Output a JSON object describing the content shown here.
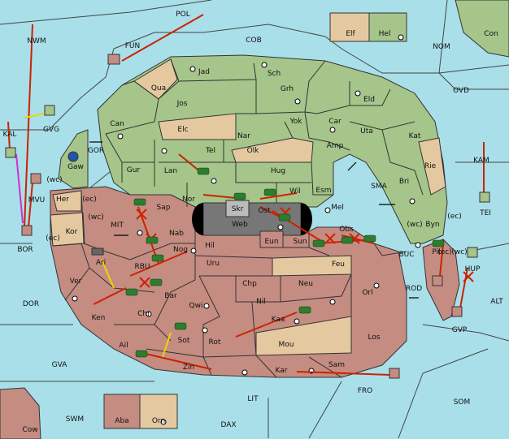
{
  "colors": {
    "sea": "#a9dfe9",
    "green_power": "#a5c58a",
    "tan_power": "#e4c9a0",
    "red_power": "#c58c82",
    "order_arrow": "#cc2200",
    "support_arrow": "#e8d800",
    "convoy_arrow": "#cc33cc",
    "army_icon": "#2e7d2e"
  },
  "sea_labels": [
    "POL",
    "NWM",
    "FUN",
    "COB",
    "NOM",
    "OVD",
    "KAM",
    "GVG",
    "KAL",
    "GOR",
    "SMA",
    "MIT",
    "BUC",
    "ROD",
    "RBU",
    "BOR",
    "DOR",
    "ALT",
    "GVA",
    "FRO",
    "SOM",
    "LIT",
    "SWM",
    "DAX",
    "TEI",
    "GVP",
    "HUP",
    "MVU"
  ],
  "land_labels": {
    "green": [
      "Jad",
      "Sch",
      "Qua",
      "Jos",
      "Grh",
      "Eld",
      "Can",
      "Elc",
      "Nar",
      "Yok",
      "Car",
      "Uta",
      "Kat",
      "Gaw",
      "Tel",
      "Olk",
      "Amp",
      "Gur",
      "Lan",
      "Hug",
      "Rie",
      "Bri",
      "Nor",
      "Esm",
      "Wil",
      "Mel",
      "Sap",
      "Skr",
      "Ost",
      "Byn"
    ],
    "red": [
      "Her",
      "Kor",
      "Nab",
      "Hil",
      "Sun",
      "Obs",
      "Ari",
      "Nog",
      "Uru",
      "Feu",
      "Ver",
      "Bar",
      "Chp",
      "Neu",
      "Pit",
      "Qwi",
      "Orl",
      "Ken",
      "Chr",
      "Nil",
      "Kaa",
      "Ail",
      "Sot",
      "Rot",
      "Mou",
      "Los",
      "Zin",
      "Kar",
      "Sam",
      "Aba",
      "Cow"
    ],
    "tan": [
      "Elf",
      "Orn"
    ],
    "other": [
      "Con",
      "Hel",
      "Web",
      "Eun"
    ]
  },
  "coast_tags": [
    "(wc)",
    "(ec)",
    "(wc)",
    "(ec)",
    "(wc)",
    "(ec)",
    "(wc)",
    "(ec)"
  ]
}
